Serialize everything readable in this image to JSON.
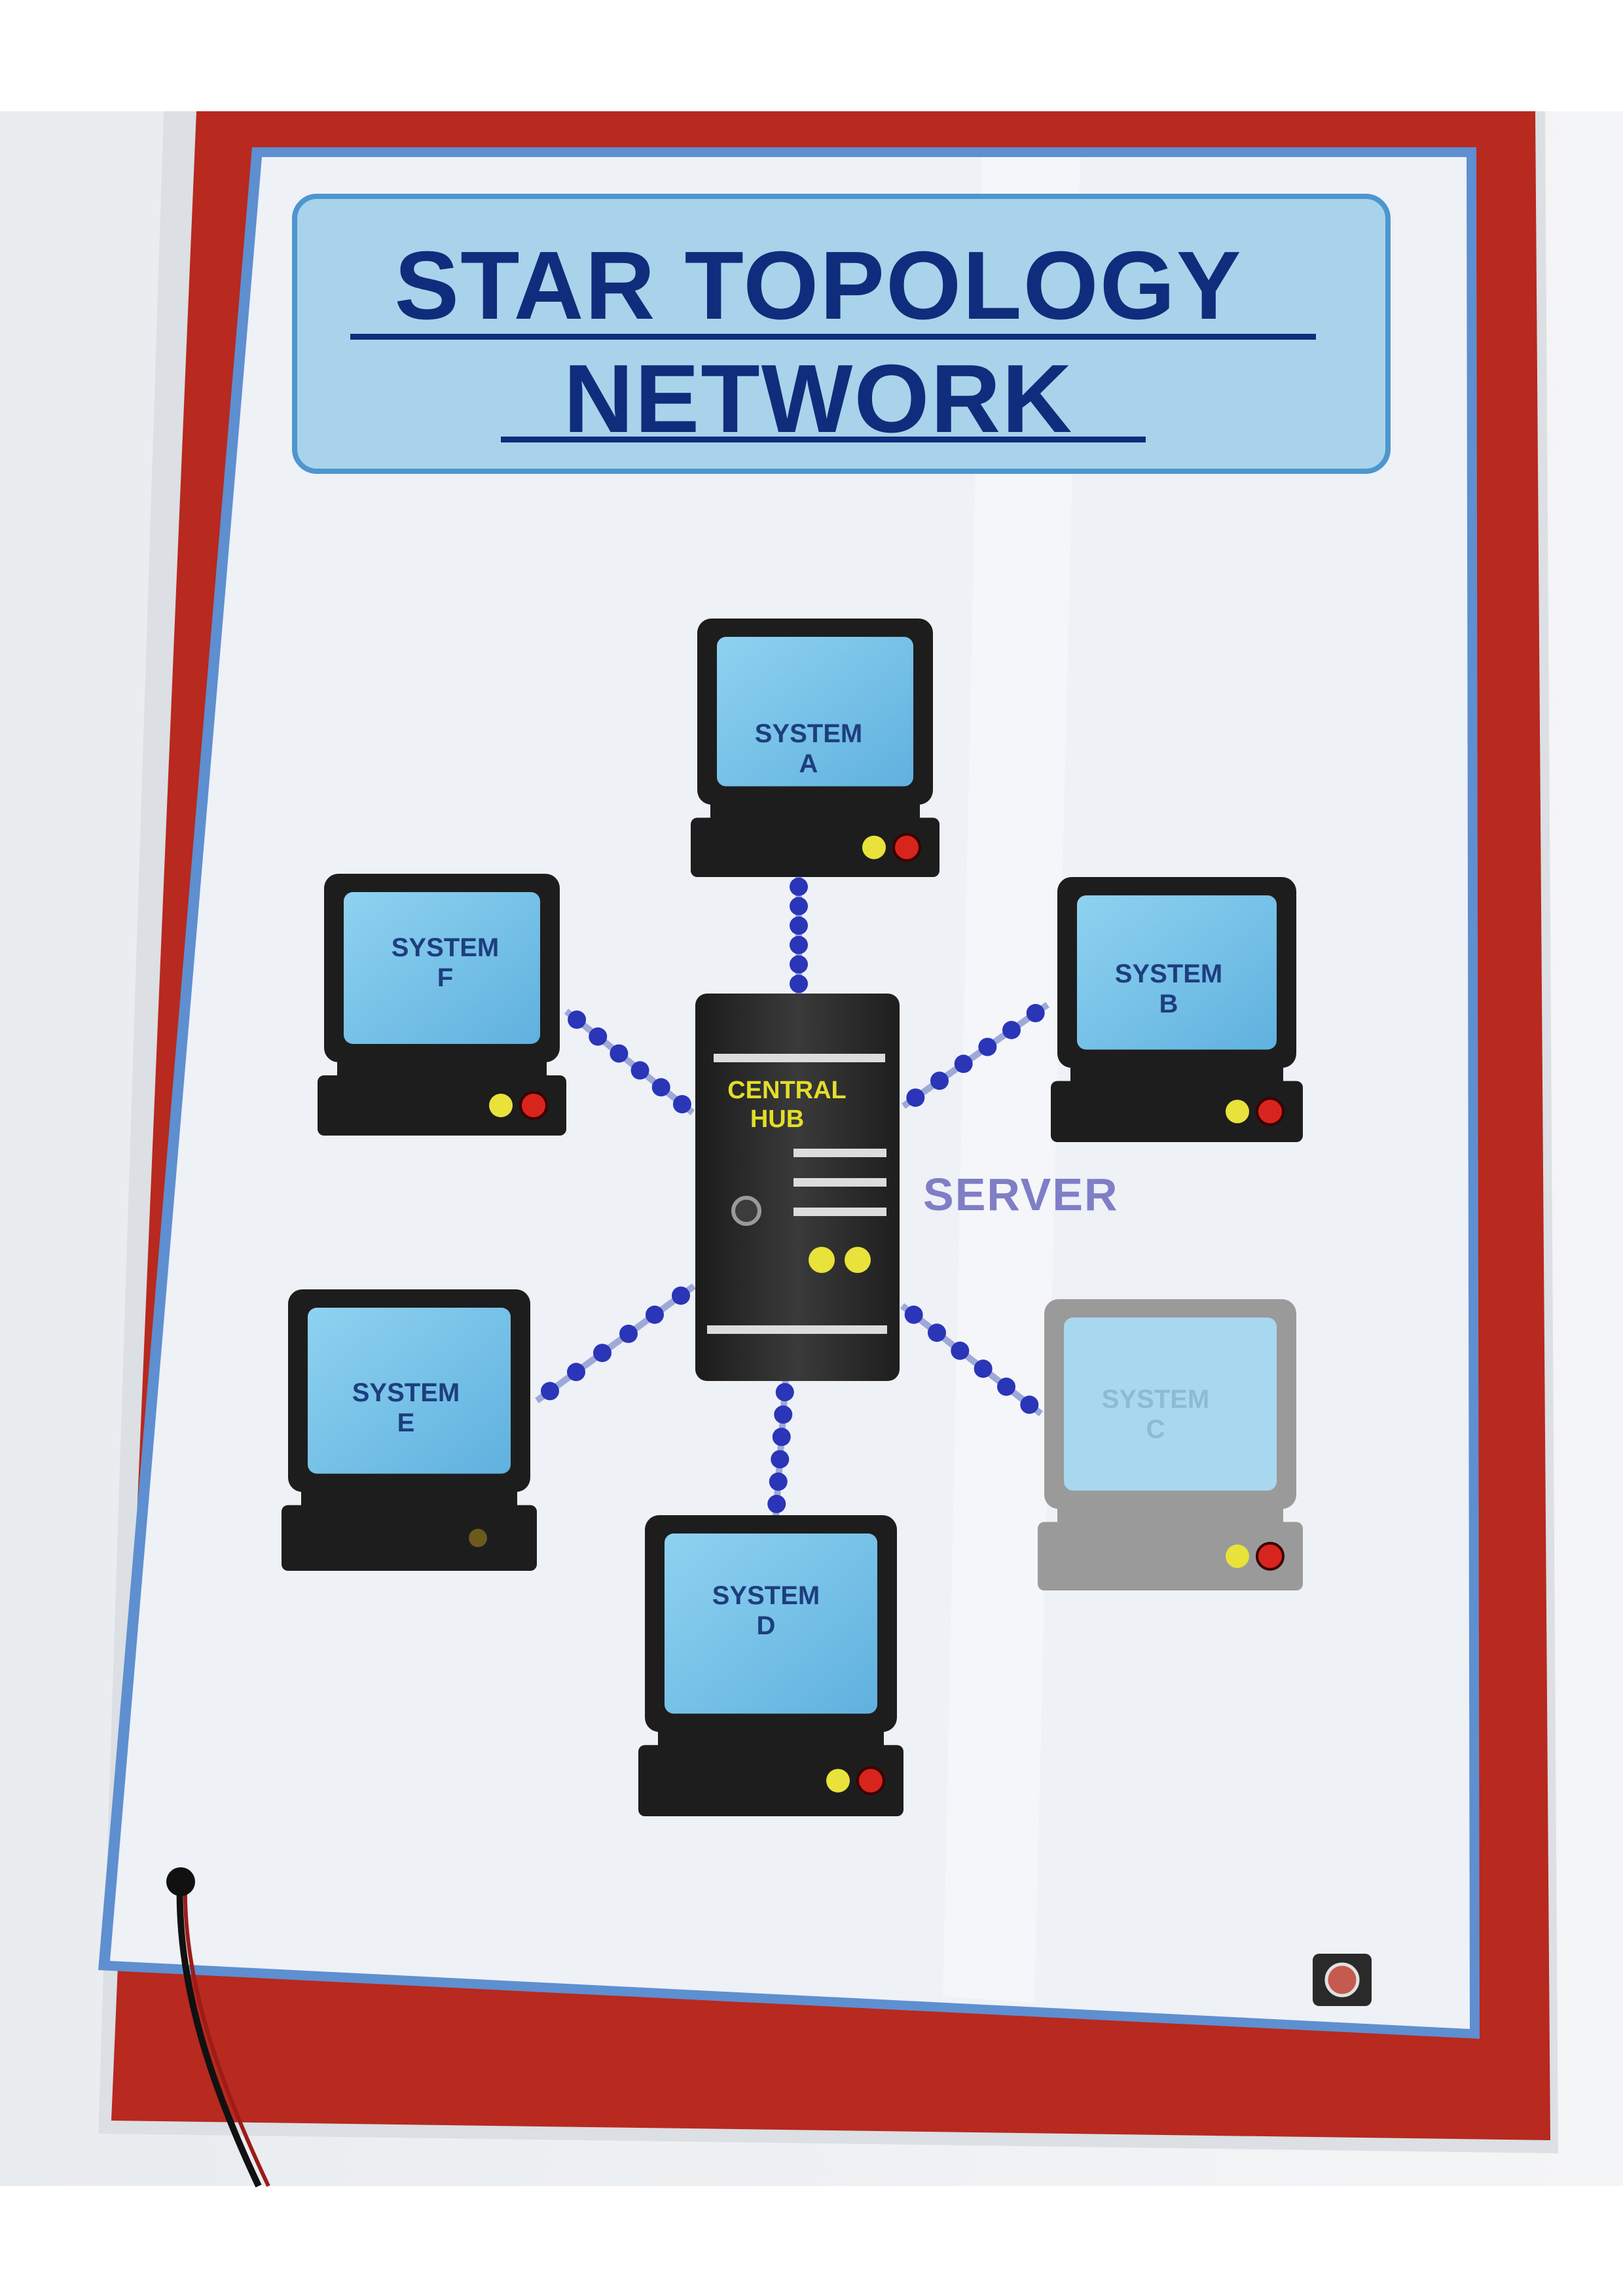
{
  "title": {
    "line1": "STAR TOPOLOGY",
    "line2": "NETWORK"
  },
  "hub": {
    "line1": "CENTRAL",
    "line2": "HUB",
    "caption": "SERVER"
  },
  "systems": {
    "a": {
      "line1": "SYSTEM",
      "line2": "A"
    },
    "b": {
      "line1": "SYSTEM",
      "line2": "B"
    },
    "c": {
      "line1": "SYSTEM",
      "line2": "C"
    },
    "d": {
      "line1": "SYSTEM",
      "line2": "D"
    },
    "e": {
      "line1": "SYSTEM",
      "line2": "E"
    },
    "f": {
      "line1": "SYSTEM",
      "line2": "F"
    }
  },
  "colors": {
    "frame": "#b8291f",
    "board": "#eef1f6",
    "board_edge": "#5e8fd0",
    "title_panel": "#a9d3ea",
    "title_text": "#0f2d7c",
    "monitor_body": "#1d1d1d",
    "screen": "#79c3e8",
    "system_text": "#1e3e7e",
    "hub_text": "#e3dd2a",
    "server_text": "#7f7ec6",
    "cable_bead": "#2a35b8",
    "led_yellow": "#e8e23a",
    "led_red": "#d7251e"
  }
}
